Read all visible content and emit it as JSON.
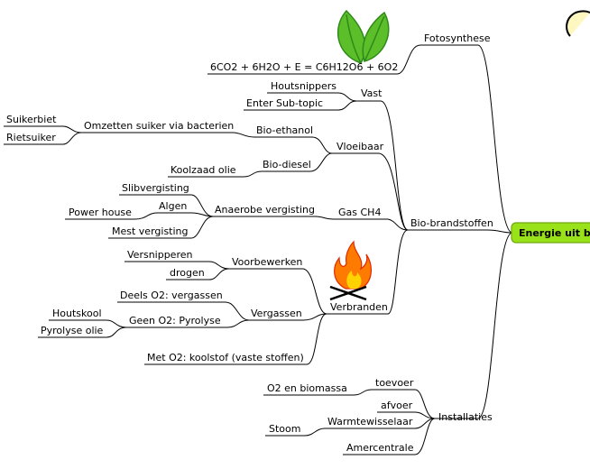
{
  "root": {
    "label": "Energie uit b"
  },
  "topics": {
    "fotosynthese": "Fotosynthese",
    "formula": "6CO2 + 6H2O + E = C6H12O6 + 6O2",
    "bio_brandstoffen": "Bio-brandstoffen",
    "vast": "Vast",
    "houtsnippers": "Houtsnippers",
    "enter_subtopic": "Enter Sub-topic",
    "vloeibaar": "Vloeibaar",
    "bio_ethanol": "Bio-ethanol",
    "omzetten_suiker": "Omzetten suiker via bacterien",
    "suikerbiet": "Suikerbiet",
    "rietsuiker": "Rietsuiker",
    "bio_diesel": "Bio-diesel",
    "koolzaad_olie": "Koolzaad olie",
    "gas_ch4": "Gas CH4",
    "anaerobe_vergisting": "Anaerobe vergisting",
    "slibvergisting": "Slibvergisting",
    "algen": "Algen",
    "power_house": "Power house",
    "mest_vergisting": "Mest vergisting",
    "verbranden": "Verbranden",
    "voorbewerken": "Voorbewerken",
    "versnipperen": "Versnipperen",
    "drogen": "drogen",
    "vergassen": "Vergassen",
    "deels_o2": "Deels O2: vergassen",
    "geen_o2": "Geen O2: Pyrolyse",
    "houtskool": "Houtskool",
    "pyrolyse_olie": "Pyrolyse olie",
    "met_o2": "Met O2: koolstof (vaste stoffen)",
    "installaties": "Installaties",
    "toevoer": "toevoer",
    "o2_biomassa": "O2 en biomassa",
    "afvoer": "afvoer",
    "warmtewisselaar": "Warmtewisselaar",
    "stoom": "Stoom",
    "amercentrale": "Amercentrale"
  },
  "icons": {
    "leaves": "leaves-icon",
    "fire": "fire-icon",
    "top_right": "lightbulb-icon"
  },
  "colors": {
    "root_fill": "#99e21a",
    "root_border": "#6fa80e",
    "leaf_green": "#5cbf2a",
    "leaf_dark": "#2f8a1a",
    "flame_orange": "#ff7a00",
    "flame_red": "#e02a00"
  }
}
